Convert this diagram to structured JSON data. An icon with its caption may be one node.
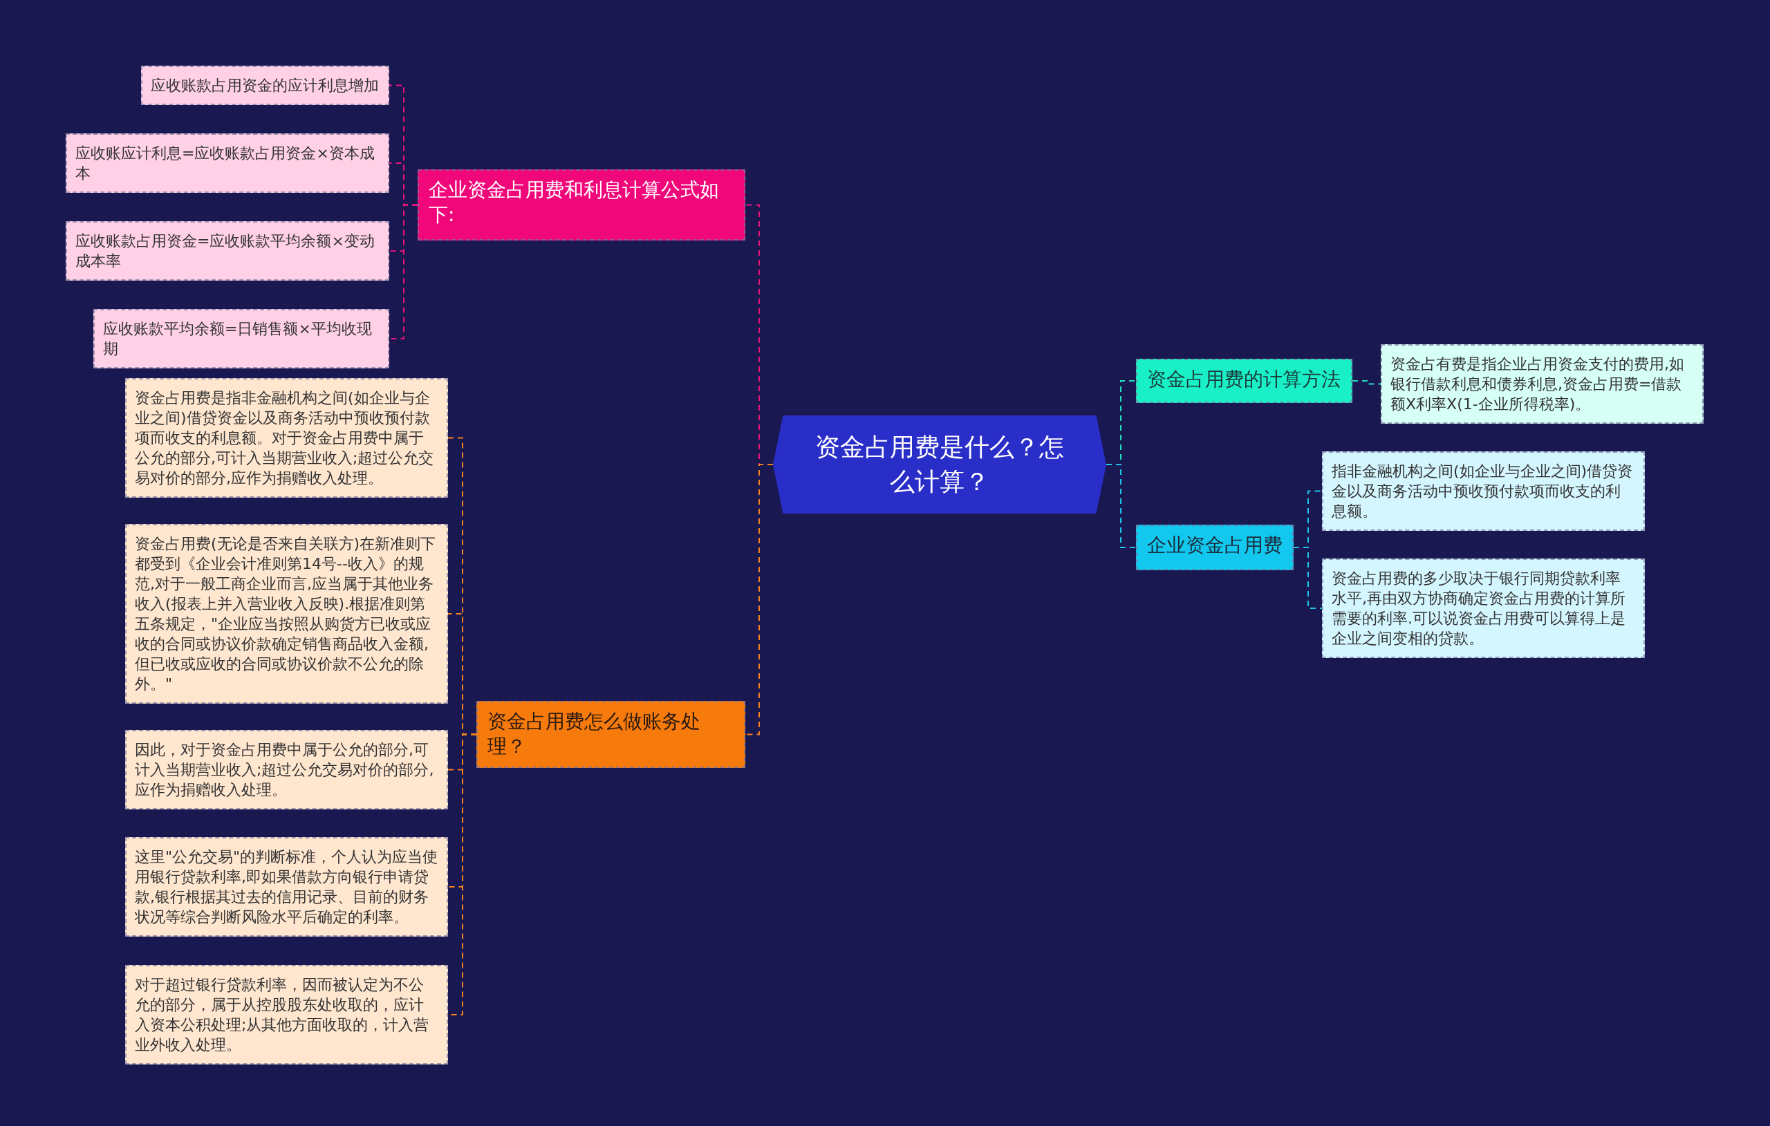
{
  "diagram": {
    "nodes": [
      {
        "text": [
          "资金占用费是什么？怎么计算？"
        ]
      },
      {
        "text": [
          "企业资金占用费和利息计算公式如下:"
        ]
      },
      {
        "text": [
          "应收账款占用资金的应计利息增加"
        ]
      },
      {
        "text": [
          "应收账应计利息=应收账款占用资金×资本成本"
        ]
      },
      {
        "text": [
          "应收账款占用资金=应收账款平均余额×变动成本率"
        ]
      },
      {
        "text": [
          "应收账款平均余额=日销售额×平均收现期"
        ]
      },
      {
        "text": [
          "资金占用费怎么做账务处理？"
        ]
      },
      {
        "text": [
          "资金占用费是指非金融机构之间(如企业与企业之间)借贷资金以及商务活动中预收预付款项而收支的利息额。对于资金占用费中属于公允的部分,可计入当期营业收入;超过公允交易对价的部分,应作为捐赠收入处理。"
        ]
      },
      {
        "text": [
          "资金占用费(无论是否来自关联方)在新准则下都受到《企业会计准则第14号--收入》的规范,对于一般工商企业而言,应当属于其他业务收入(报表上并入营业收入反映).根据准则第五条规定，\"企业应当按照从购货方已收或应收的合同或协议价款确定销售商品收入金额,但已收或应收的合同或协议价款不公允的除外。\""
        ]
      },
      {
        "text": [
          "因此，对于资金占用费中属于公允的部分,可计入当期营业收入;超过公允交易对价的部分,应作为捐赠收入处理。"
        ]
      },
      {
        "text": [
          "这里\"公允交易\"的判断标准，个人认为应当使用银行贷款利率,即如果借款方向银行申请贷款,银行根据其过去的信用记录、目前的财务状况等综合判断风险水平后确定的利率。"
        ]
      },
      {
        "text": [
          "对于超过银行贷款利率，因而被认定为不公允的部分，属于从控股股东处收取的，应计入资本公积处理;从其他方面收取的，计入营业外收入处理。"
        ]
      },
      {
        "text": [
          "资金占用费的计算方法"
        ]
      },
      {
        "text": [
          "资金占有费是指企业占用资金支付的费用,如银行借款利息和债券利息,资金占用费=借款额X利率X(1-企业所得税率)。"
        ]
      },
      {
        "text": [
          "企业资金占用费"
        ]
      },
      {
        "text": [
          "指非金融机构之间(如企业与企业之间)借贷资金以及商务活动中预收预付款项而收支的利息额。"
        ]
      },
      {
        "text": [
          "资金占用费的多少取决于银行同期贷款利率水平,再由双方协商确定资金占用费的计算所需要的利率.可以说资金占用费可以算得上是企业之间变相的贷款。"
        ]
      }
    ],
    "edges": [
      {
        "from": 0,
        "to": 1,
        "arrow": "none",
        "style": "dashed",
        "color": "#e8127a"
      },
      {
        "from": 1,
        "to": 2,
        "arrow": "none",
        "style": "dashed",
        "color": "#e8127a"
      },
      {
        "from": 1,
        "to": 3,
        "arrow": "none",
        "style": "dashed",
        "color": "#e8127a"
      },
      {
        "from": 1,
        "to": 4,
        "arrow": "none",
        "style": "dashed",
        "color": "#e8127a"
      },
      {
        "from": 1,
        "to": 5,
        "arrow": "none",
        "style": "dashed",
        "color": "#e8127a"
      },
      {
        "from": 0,
        "to": 6,
        "arrow": "none",
        "style": "dashed",
        "color": "#f5821f"
      },
      {
        "from": 6,
        "to": 7,
        "arrow": "none",
        "style": "dashed",
        "color": "#f5821f"
      },
      {
        "from": 6,
        "to": 8,
        "arrow": "none",
        "style": "dashed",
        "color": "#f5821f"
      },
      {
        "from": 6,
        "to": 9,
        "arrow": "none",
        "style": "dashed",
        "color": "#f5821f"
      },
      {
        "from": 6,
        "to": 10,
        "arrow": "none",
        "style": "dashed",
        "color": "#f5821f"
      },
      {
        "from": 6,
        "to": 11,
        "arrow": "none",
        "style": "dashed",
        "color": "#f5821f"
      },
      {
        "from": 0,
        "to": 12,
        "arrow": "none",
        "style": "dashed",
        "color": "#22e0c0"
      },
      {
        "from": 12,
        "to": 13,
        "arrow": "none",
        "style": "dashed",
        "color": "#22e0c0"
      },
      {
        "from": 0,
        "to": 14,
        "arrow": "none",
        "style": "dashed",
        "color": "#1cc8ea"
      },
      {
        "from": 14,
        "to": 15,
        "arrow": "none",
        "style": "dashed",
        "color": "#1cc8ea"
      },
      {
        "from": 14,
        "to": 16,
        "arrow": "none",
        "style": "dashed",
        "color": "#1cc8ea"
      }
    ]
  }
}
